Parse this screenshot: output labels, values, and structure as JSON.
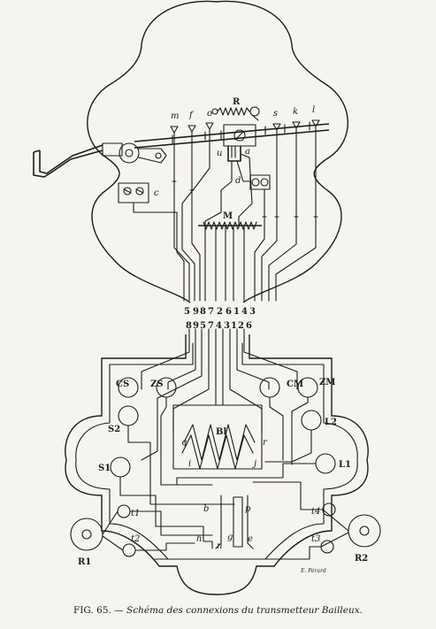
{
  "caption": {
    "fig": "FIG. 65.",
    "sep": "—",
    "text": "Schéma des connexions du transmetteur Bailleux."
  },
  "signature": "E. Pérard",
  "top_labels": [
    "R",
    "m",
    "f",
    "o",
    "s",
    "k",
    "l",
    "u",
    "a",
    "d",
    "c",
    "M"
  ],
  "top_row_numbers": [
    "5",
    "9",
    "8",
    "7",
    "2",
    "6",
    "1",
    "4",
    "3"
  ],
  "bottom_row_numbers": [
    "8",
    "9",
    "5",
    "7",
    "4",
    "3",
    "1",
    "2",
    "6"
  ],
  "bottom_labels": [
    "CS",
    "ZS",
    "CM",
    "ZM",
    "S2",
    "L2",
    "S1",
    "L1",
    "Bl",
    "q",
    "r",
    "i",
    "j",
    "t1",
    "t2",
    "t3",
    "t4",
    "R1",
    "R2",
    "b",
    "p",
    "h",
    "g",
    "n",
    "e"
  ]
}
